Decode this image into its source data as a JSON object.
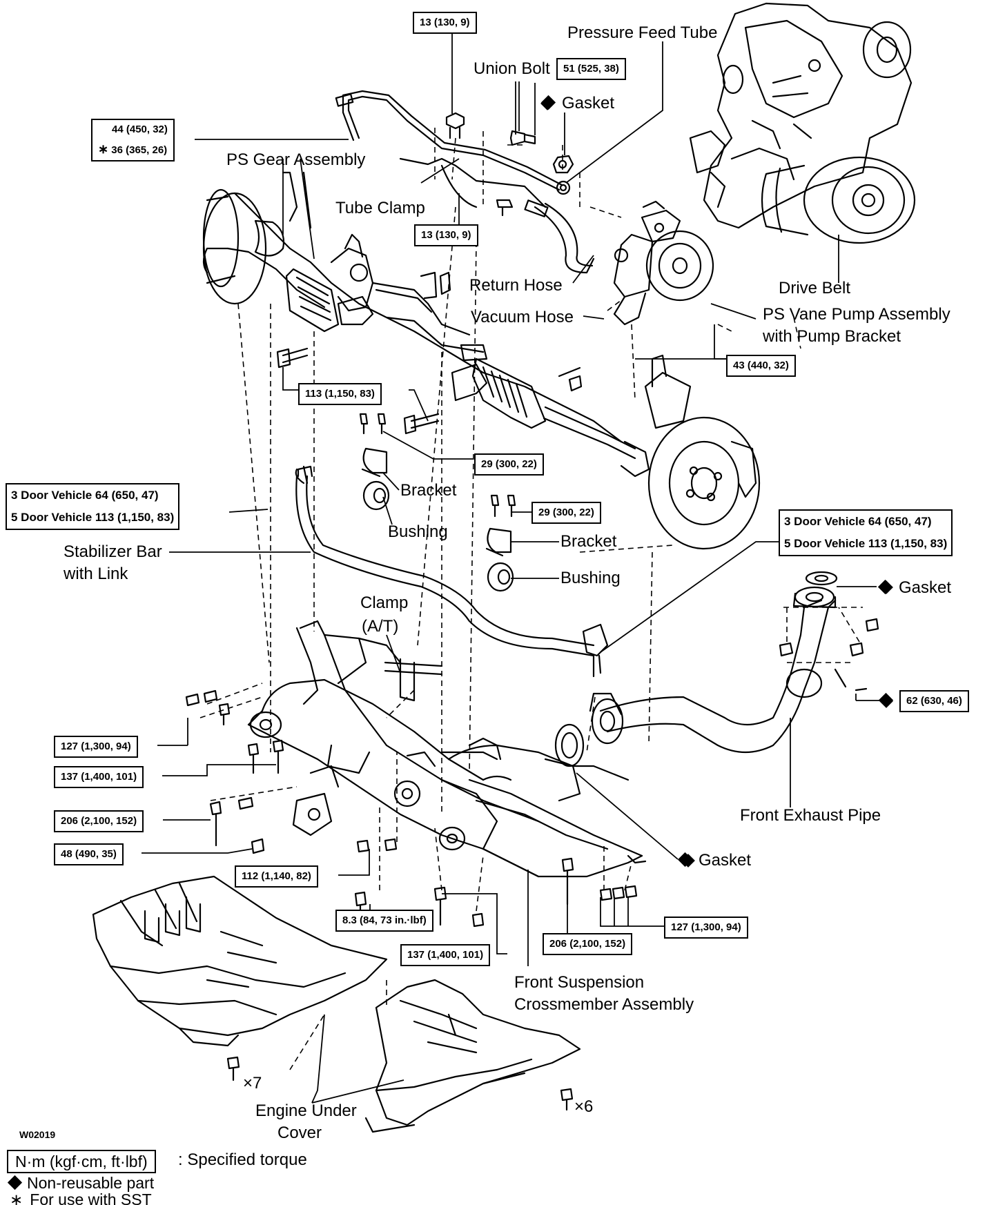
{
  "figure_code": "W02019",
  "labels": {
    "pressure_feed_tube": "Pressure Feed Tube",
    "union_bolt": "Union Bolt",
    "gasket": "Gasket",
    "ps_gear_assembly": "PS Gear Assembly",
    "tube_clamp": "Tube Clamp",
    "return_hose": "Return Hose",
    "vacuum_hose": "Vacuum Hose",
    "drive_belt": "Drive Belt",
    "ps_vane_pump_line1": "PS Vane Pump Assembly",
    "ps_vane_pump_line2": "with Pump Bracket",
    "bracket": "Bracket",
    "bushing": "Bushing",
    "stabilizer_line1": "Stabilizer Bar",
    "stabilizer_line2": "with Link",
    "clamp_line1": "Clamp",
    "clamp_line2": "(A/T)",
    "front_exhaust_pipe": "Front Exhaust Pipe",
    "crossmember_line1": "Front Suspension",
    "crossmember_line2": "Crossmember Assembly",
    "under_cover_line1": "Engine Under",
    "under_cover_line2": "Cover",
    "qty_x7": "×7",
    "qty_x6": "×6"
  },
  "torques": {
    "t_13_top": "13 (130, 9)",
    "t_51": "51 (525, 38)",
    "t_44": "44 (450, 32)",
    "t_36_sst": "36 (365, 26)",
    "t_13_mid": "13 (130, 9)",
    "t_43": "43 (440, 32)",
    "t_113": "113 (1,150, 83)",
    "t_29_a": "29 (300, 22)",
    "t_29_b": "29 (300, 22)",
    "stab_left_3door": "3 Door Vehicle 64 (650, 47)",
    "stab_left_5door": "5 Door Vehicle 113 (1,150, 83)",
    "stab_right_3door": "3 Door Vehicle 64 (650, 47)",
    "stab_right_5door": "5 Door Vehicle 113 (1,150, 83)",
    "t_62": "62 (630, 46)",
    "t_127_left": "127 (1,300, 94)",
    "t_137_left": "137 (1,400, 101)",
    "t_206_left": "206 (2,100, 152)",
    "t_48": "48 (490, 35)",
    "t_112": "112 (1,140, 82)",
    "t_8_3": "8.3 (84, 73 in.·lbf)",
    "t_137_bottom": "137 (1,400, 101)",
    "t_206_bottom": "206 (2,100, 152)",
    "t_127_right": "127 (1,300, 94)"
  },
  "legend": {
    "unit_box": "N·m (kgf·cm, ft·lbf)",
    "unit_text": ": Specified torque",
    "non_reusable": "Non-reusable part",
    "sst": "For use with SST",
    "sst_mark": "∗"
  }
}
